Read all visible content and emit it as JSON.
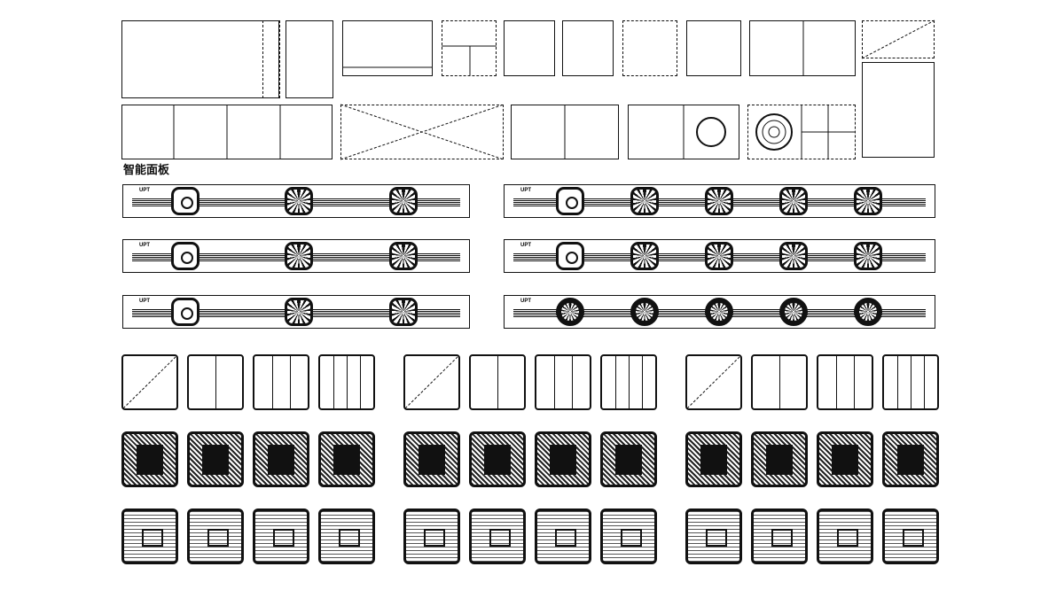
{
  "section_title": "智能面板",
  "panels": [
    {
      "label": "UPT",
      "knobs": 3,
      "style": "square"
    },
    {
      "label": "UPT",
      "knobs": 5,
      "style": "square"
    },
    {
      "label": "UPT",
      "knobs": 3,
      "style": "square"
    },
    {
      "label": "UPT",
      "knobs": 5,
      "style": "square"
    },
    {
      "label": "UPT",
      "knobs": 3,
      "style": "square"
    },
    {
      "label": "UPT",
      "knobs": 5,
      "style": "round"
    }
  ]
}
